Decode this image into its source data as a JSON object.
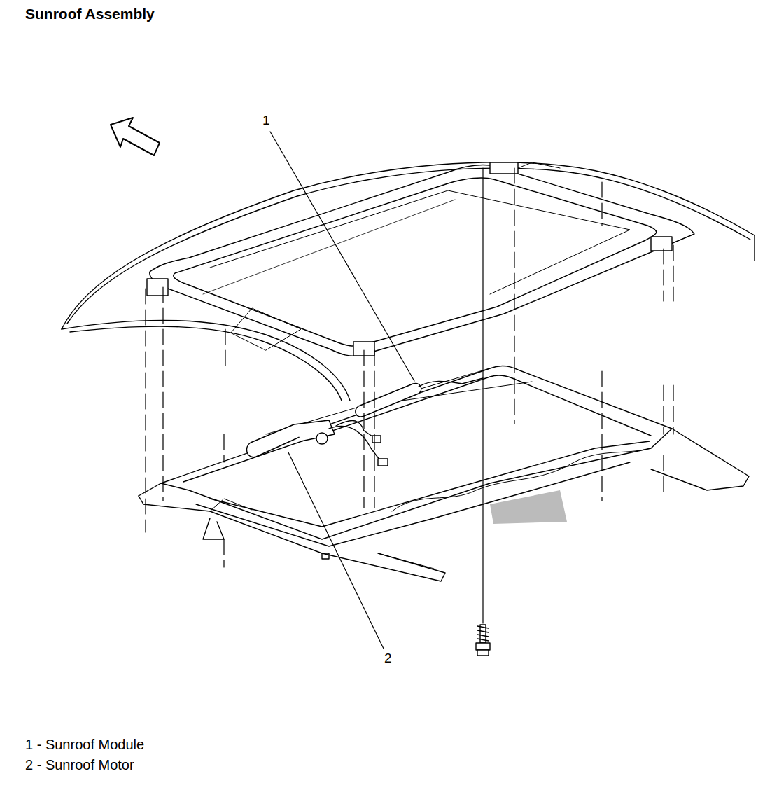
{
  "diagram": {
    "title": "Sunroof Assembly",
    "labels": [
      "1",
      "2",
      "1 - Sunroof Module",
      "2 - Sunroof Motor"
    ]
  }
}
